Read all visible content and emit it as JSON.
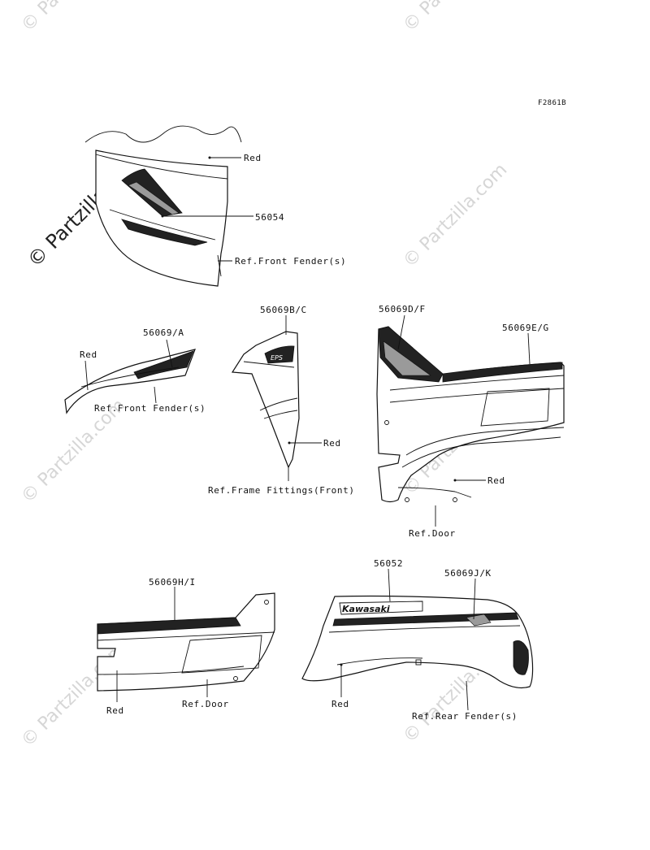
{
  "diagram_code": "F2861B",
  "watermark": {
    "text": "© Partzilla.com"
  },
  "labels": {
    "red_1": "Red",
    "part_56054": "56054",
    "ref_front_fender_1": "Ref.Front Fender(s)",
    "part_56069_bc": "56069B/C",
    "part_56069_df": "56069D/F",
    "part_56069_a": "56069/A",
    "part_56069_eg": "56069E/G",
    "red_2": "Red",
    "ref_front_fender_2": "Ref.Front Fender(s)",
    "red_3": "Red",
    "ref_frame_fittings": "Ref.Frame Fittings(Front)",
    "red_4": "Red",
    "ref_door_1": "Ref.Door",
    "part_56052": "56052",
    "part_56069_jk": "56069J/K",
    "part_56069_hi": "56069H/I",
    "red_5": "Red",
    "ref_door_2": "Ref.Door",
    "red_6": "Red",
    "ref_rear_fender": "Ref.Rear Fender(s)"
  },
  "decal_text": {
    "brand": "Kawasaki",
    "badge": "EPS"
  }
}
